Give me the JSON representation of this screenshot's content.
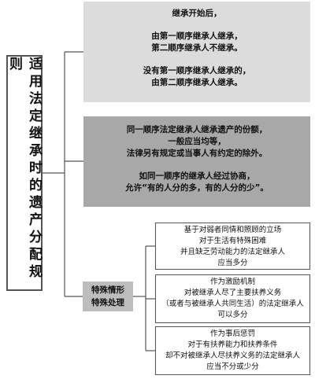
{
  "title": "适用法定继承时的遗产分配规则",
  "box1": {
    "lines": [
      "继承开始后，",
      "",
      "由第一顺序继承人继承，",
      "第二顺序继承人不继承。",
      "",
      "没有第一顺序继承人继承的，",
      "由第二顺序继承人继承。"
    ]
  },
  "box2": {
    "lines": [
      "同一顺序法定继承人继承遗产的份额，",
      "一般应当均等，",
      "法律另有规定或当事人有约定的除外。",
      "",
      "如同一顺序的继承人经过协商，",
      "允许“有的人分的多，有的人分的少”。"
    ]
  },
  "special": {
    "line1": "特殊情形",
    "line2": "特殊处理"
  },
  "sub_boxes": [
    {
      "lines": [
        "基于对弱者同情和照顾的立场",
        "对于生活有特殊困难",
        "并且缺乏劳动能力的法定继承人",
        "应当多分"
      ]
    },
    {
      "lines": [
        "作为激励机制",
        "对被继承人尽了主要扶养义务",
        "（或者与被继承人共同生活）的法定继承人",
        "可以多分"
      ]
    },
    {
      "lines": [
        "作为事后惩罚",
        "对于有扶养能力和扶养条件",
        "却不对被继承人尽扶养义务的法定继承人",
        "应当不分或少分"
      ]
    }
  ]
}
